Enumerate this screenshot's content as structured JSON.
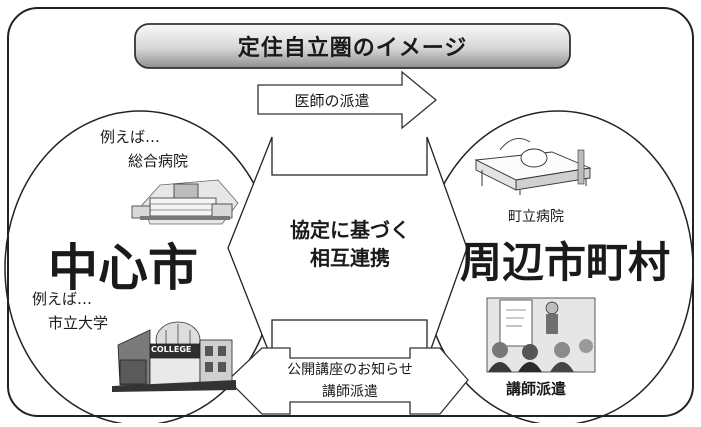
{
  "title": "定住自立圏のイメージ",
  "arrow_top_label": "医師の派遣",
  "center_label_line1": "協定に基づく",
  "center_label_line2": "相互連携",
  "left_circle": {
    "heading": "中心市",
    "example1_line1": "例えば…",
    "example1_line2": "総合病院",
    "example2_line1": "例えば…",
    "example2_line2": "市立大学",
    "college_sign": "COLLEGE"
  },
  "right_circle": {
    "heading": "周辺市町村",
    "sub_label_top": "町立病院",
    "sub_label_bottom": "講師派遣"
  },
  "arrow_bottom_label_line1": "公開講座のお知らせ",
  "arrow_bottom_label_line2": "講師派遣",
  "icons": [
    "hospital-building-icon",
    "college-campus-icon",
    "hospital-bed-icon",
    "lecture-audience-icon"
  ],
  "colors": {
    "stroke": "#222222",
    "title_fill_light": "#f2f2f2",
    "title_fill_dark": "#9a9a9a",
    "arrow_fill": "#ffffff"
  }
}
